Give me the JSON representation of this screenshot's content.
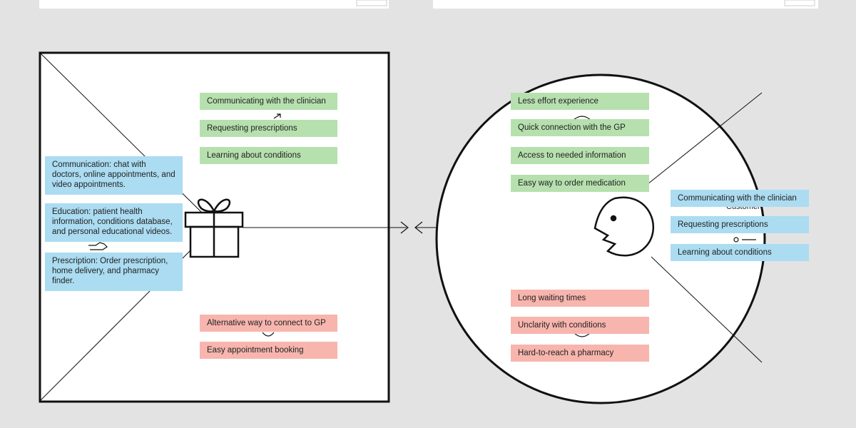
{
  "colors": {
    "background": "#e3e3e3",
    "canvas": "#ffffff",
    "stroke": "#111111",
    "gain_note": "#b6e0ae",
    "feature_note": "#abdcf1",
    "pain_note": "#f7b5ae"
  },
  "icons": {
    "products": "gift-icon",
    "customer": "face-icon",
    "gain_creators": "arrow-up-right-icon",
    "pain_relievers": "bandage-icon",
    "features": "hand-icon",
    "gains": "smile-icon",
    "pains": "frown-icon",
    "jobs": "key-icon"
  },
  "value_map": {
    "gain_creators": [
      "Communicating with the clinician",
      "Requesting prescriptions",
      "Learning about conditions"
    ],
    "products_services": [
      "Communication: chat with doctors, online appointments, and video appointments.",
      "Education: patient health information, conditions database, and personal educational videos.",
      "Prescription: Order prescription, home delivery, and pharmacy finder."
    ],
    "pain_relievers": [
      "Alternative way to connect to GP",
      "Easy appointment booking"
    ]
  },
  "customer_profile": {
    "gains": [
      "Less effort experience",
      "Quick connection with the GP",
      "Access to needed information",
      "Easy way to order medication"
    ],
    "jobs": [
      "Communicating with the clinician",
      "Requesting prescriptions",
      "Learning about conditions"
    ],
    "jobs_label_fragment": "Customer",
    "pains": [
      "Long waiting times",
      "Unclarity with conditions",
      "Hard-to-reach a pharmacy"
    ]
  }
}
